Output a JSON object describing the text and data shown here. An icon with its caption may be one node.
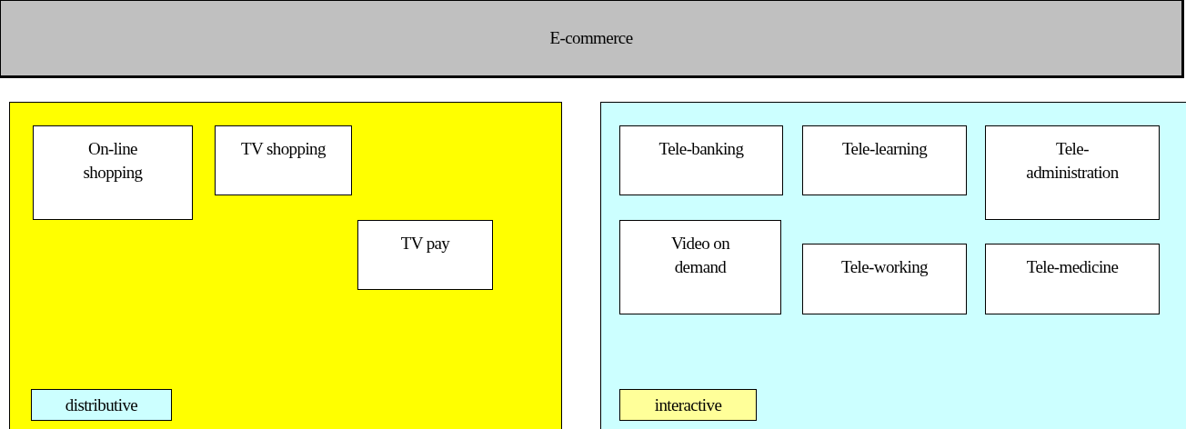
{
  "diagram": {
    "nodes": [
      {
        "text": [
          "E-commerce"
        ]
      },
      {
        "text": [],
        "shape": "box"
      },
      {
        "text": [
          "On-line shopping"
        ],
        "in": 1
      },
      {
        "text": [
          "TV shopping"
        ],
        "in": 1
      },
      {
        "text": [
          "TV pay"
        ],
        "in": 1
      },
      {
        "text": [
          "distributive"
        ],
        "in": 1
      },
      {
        "text": [],
        "shape": "box"
      },
      {
        "text": [
          "Tele-banking"
        ],
        "in": 6
      },
      {
        "text": [
          "Tele-learning"
        ],
        "in": 6
      },
      {
        "text": [
          "Tele-administration"
        ],
        "in": 6
      },
      {
        "text": [
          "Video on demand"
        ],
        "in": 6
      },
      {
        "text": [
          "Tele-working"
        ],
        "in": 6
      },
      {
        "text": [
          "Tele-medicine"
        ],
        "in": 6
      },
      {
        "text": [
          "interactive"
        ],
        "in": 6
      }
    ]
  }
}
